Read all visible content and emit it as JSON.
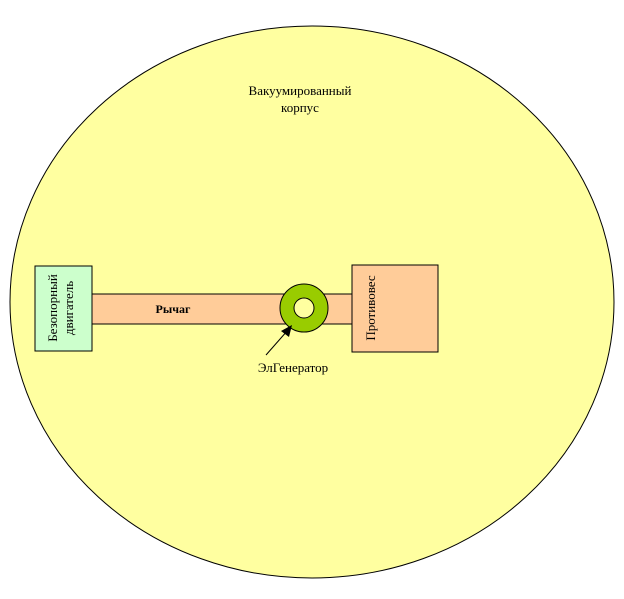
{
  "diagram": {
    "housing_label_line1": "Вакуумированный",
    "housing_label_line2": "корпус",
    "engine_label_line1": "Безопорный",
    "engine_label_line2": "двигатель",
    "lever_label": "Рычаг",
    "counterweight_label": "Противовес",
    "generator_label": "ЭлГенератор"
  },
  "colors": {
    "housing_fill": "#ffffa0",
    "engine_fill": "#ccffcc",
    "lever_fill": "#ffcc99",
    "counterweight_fill": "#ffcc99",
    "generator_ring": "#99cc00",
    "generator_center": "#ffffa0"
  }
}
